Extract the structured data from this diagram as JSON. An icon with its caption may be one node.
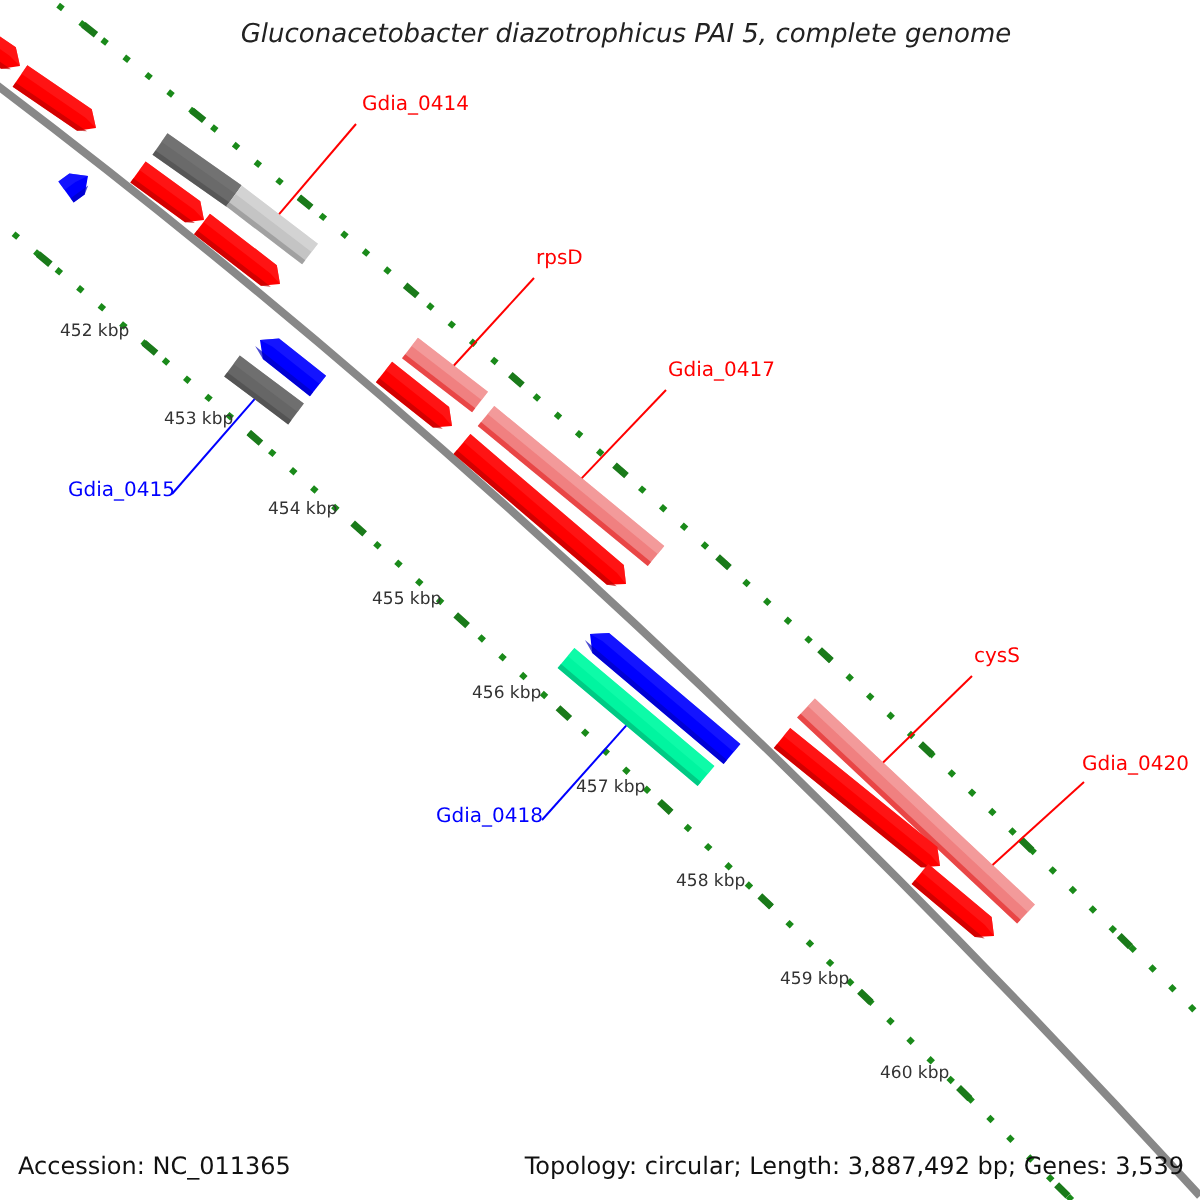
{
  "diagram": {
    "title": "Gluconacetobacter diazotrophicus PAI 5, complete genome",
    "nodes": [
      {
        "text": [
          "Gdia_0414"
        ]
      },
      {
        "text": [
          "rpsD"
        ]
      },
      {
        "text": [
          "Gdia_0417"
        ]
      },
      {
        "text": [
          "Gdia_0415"
        ]
      },
      {
        "text": [
          "Gdia_0418"
        ]
      },
      {
        "text": [
          "cysS"
        ]
      },
      {
        "text": [
          "Gdia_0420"
        ]
      },
      {
        "text": [],
        "shape": "bar"
      },
      {
        "text": [],
        "shape": "bar"
      },
      {
        "text": [],
        "shape": "bar"
      },
      {
        "text": [],
        "shape": "bar"
      },
      {
        "text": [],
        "shape": "bar"
      },
      {
        "text": [],
        "shape": "bar"
      }
    ],
    "edges": [
      {
        "from": 0,
        "to": 7,
        "arrow": "none"
      },
      {
        "from": 1,
        "to": 9,
        "arrow": "none"
      },
      {
        "from": 2,
        "to": 10,
        "arrow": "none"
      },
      {
        "from": 3,
        "to": 8,
        "arrow": "none",
        "color": "#0000ff"
      },
      {
        "from": 4,
        "to": 11,
        "arrow": "none",
        "color": "#0000ff"
      },
      {
        "from": 5,
        "to": 12,
        "arrow": "none"
      },
      {
        "from": 6,
        "to": 12,
        "arrow": "none"
      }
    ],
    "labels": [
      "452 kbp",
      "453 kbp",
      "454 kbp",
      "455 kbp",
      "456 kbp",
      "457 kbp",
      "458 kbp",
      "459 kbp",
      "460 kbp",
      "Accession: NC_011365",
      "Topology: circular; Length: 3,887,492 bp; Genes: 3,539"
    ]
  }
}
